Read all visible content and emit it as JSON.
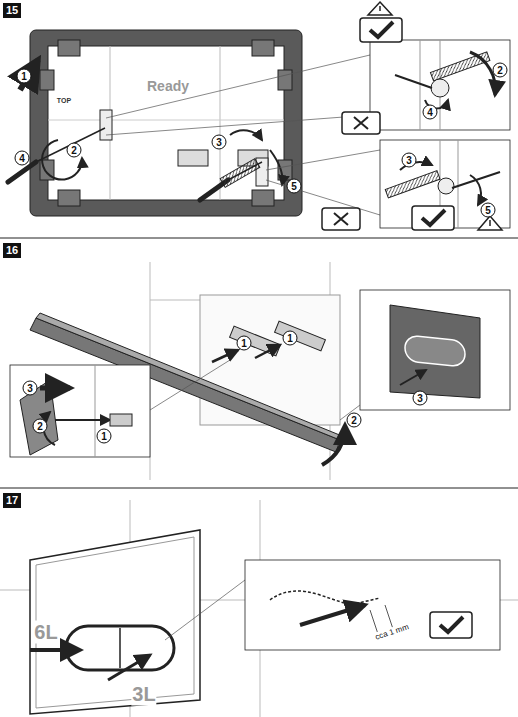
{
  "diagram": {
    "nodes": [
      {
        "text": [
          "15"
        ]
      },
      {
        "text": [
          "16"
        ]
      },
      {
        "text": [
          "17"
        ]
      }
    ],
    "labels": [
      "1",
      "2",
      "4",
      "3",
      "5",
      "2",
      "4",
      "3",
      "5",
      "Ready",
      "TOP",
      "1",
      "1",
      "2",
      "3",
      "2",
      "1",
      "3",
      "6L",
      "3L",
      "cca 1 mm"
    ]
  }
}
